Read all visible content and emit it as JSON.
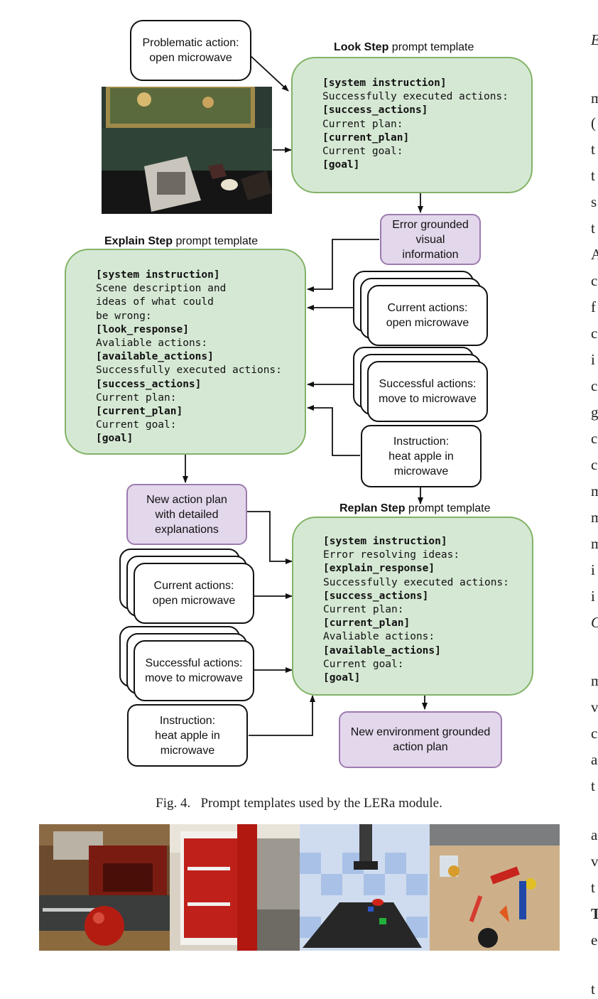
{
  "diagram": {
    "problematic_action": "Problematic action:\nopen microwave",
    "look": {
      "title_bold": "Look  Step",
      "title_rest": " prompt template",
      "lines": [
        {
          "text": "[system instruction]",
          "bold": true
        },
        {
          "text": "Successfully executed actions:",
          "bold": false
        },
        {
          "text": "[success_actions]",
          "bold": true
        },
        {
          "text": "Current plan:",
          "bold": false
        },
        {
          "text": "[current_plan]",
          "bold": true
        },
        {
          "text": "Current goal:",
          "bold": false
        },
        {
          "text": "[goal]",
          "bold": true
        }
      ]
    },
    "error_grounded": "Error grounded\nvisual information",
    "explain": {
      "title_bold": "Explain Step",
      "title_rest": " prompt template",
      "lines": [
        {
          "text": "[system instruction]",
          "bold": true
        },
        {
          "text": "Scene description and",
          "bold": false
        },
        {
          "text": "ideas of what could",
          "bold": false
        },
        {
          "text": "be wrong:",
          "bold": false
        },
        {
          "text": "[look_response]",
          "bold": true
        },
        {
          "text": "Avaliable actions:",
          "bold": false
        },
        {
          "text": "[available_actions]",
          "bold": true
        },
        {
          "text": "Successfully executed actions:",
          "bold": false
        },
        {
          "text": "[success_actions]",
          "bold": true
        },
        {
          "text": "Current plan:",
          "bold": false
        },
        {
          "text": "[current_plan]",
          "bold": true
        },
        {
          "text": "Current goal:",
          "bold": false
        },
        {
          "text": "[goal]",
          "bold": true
        }
      ]
    },
    "current_actions_1": "Current actions:\nopen microwave",
    "successful_actions_1": "Successful actions:\nmove to microwave",
    "instruction_1": "Instruction:\nheat apple in\nmicrowave",
    "new_action_plan": "New action plan\nwith detailed\nexplanations",
    "replan": {
      "title_bold": "Replan Step",
      "title_rest": " prompt template",
      "lines": [
        {
          "text": "[system instruction]",
          "bold": true
        },
        {
          "text": "Error resolving ideas:",
          "bold": false
        },
        {
          "text": "[explain_response]",
          "bold": true
        },
        {
          "text": "Successfully executed actions:",
          "bold": false
        },
        {
          "text": "[success_actions]",
          "bold": true
        },
        {
          "text": "Current plan:",
          "bold": false
        },
        {
          "text": "[current_plan]",
          "bold": true
        },
        {
          "text": "Avaliable actions:",
          "bold": false
        },
        {
          "text": "[available_actions]",
          "bold": true
        },
        {
          "text": "Current goal:",
          "bold": false
        },
        {
          "text": "[goal]",
          "bold": true
        }
      ]
    },
    "current_actions_2": "Current actions:\nopen microwave",
    "successful_actions_2": "Successful actions:\nmove to microwave",
    "instruction_2": "Instruction:\nheat apple in\nmicrowave",
    "new_env_plan": "New environment grounded\naction plan"
  },
  "caption": "Fig. 4.   Prompt templates used by the LERa module.",
  "right_column_letters": [
    "E",
    "m",
    "(",
    "t",
    "t",
    "s",
    "t",
    "A",
    "c",
    "f",
    "c",
    "i",
    "c",
    "g",
    "c",
    "c",
    "m",
    "m",
    "m",
    "i",
    "i",
    "C",
    "m",
    "v",
    "c",
    "a",
    "t",
    "a",
    "v",
    "t",
    "T",
    "e",
    "t"
  ]
}
